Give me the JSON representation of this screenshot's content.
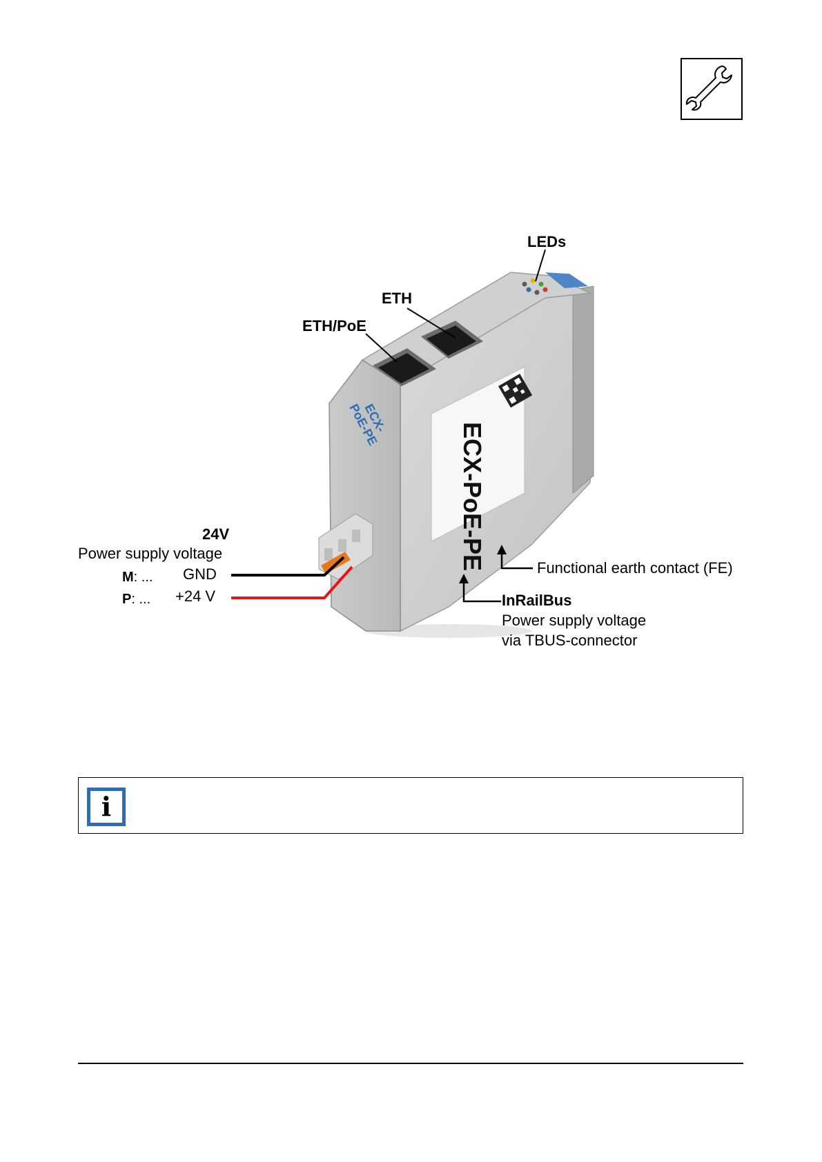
{
  "header": {
    "icon": "wrench-icon"
  },
  "figure": {
    "device_label": "ECX-PoE-PE",
    "device_side_label_line1": "ECX-",
    "device_side_label_line2": "PoE-PE",
    "labels": {
      "leds": "LEDs",
      "eth": "ETH",
      "eth_poe": "ETH/PoE",
      "supply_title": "24V",
      "supply_subtitle": "Power supply voltage",
      "m_key": "M",
      "m_suffix": ": ...",
      "m_value": "GND",
      "p_key": "P",
      "p_suffix": ": ...",
      "p_value": "+24 V",
      "fe": "Functional earth contact (FE)",
      "inrailbus_title": "InRailBus",
      "inrailbus_line1": "Power supply voltage",
      "inrailbus_line2": "via TBUS-connector"
    },
    "colors": {
      "gnd_wire": "#000000",
      "p24_wire": "#e8141a",
      "device_blue": "#2f6db3",
      "connector_orange": "#e87a1e"
    }
  },
  "note": {
    "icon": "info-icon",
    "icon_letter": "i",
    "text": ""
  }
}
